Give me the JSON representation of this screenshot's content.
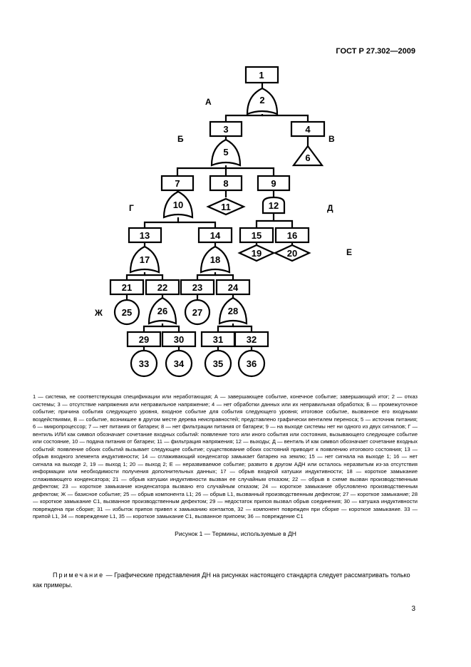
{
  "header": {
    "standard": "ГОСТ Р 27.302—2009"
  },
  "tree": {
    "labels": {
      "A": "А",
      "B": "Б",
      "V": "В",
      "G": "Г",
      "D": "Д",
      "E": "Е",
      "Zh": "Ж"
    },
    "nodes": {
      "n1": "1",
      "n2": "2",
      "n3": "3",
      "n4": "4",
      "n5": "5",
      "n6": "6",
      "n7": "7",
      "n8": "8",
      "n9": "9",
      "n10": "10",
      "n11": "11",
      "n12": "12",
      "n13": "13",
      "n14": "14",
      "n15": "15",
      "n16": "16",
      "n17": "17",
      "n18": "18",
      "n19": "19",
      "n20": "20",
      "n21": "21",
      "n22": "22",
      "n23": "23",
      "n24": "24",
      "n25": "25",
      "n26": "26",
      "n27": "27",
      "n28": "28",
      "n29": "29",
      "n30": "30",
      "n31": "31",
      "n32": "32",
      "n33": "33",
      "n34": "34",
      "n35": "35",
      "n36": "36"
    }
  },
  "legend": "1 — система, не соответствующая спецификации или неработающая; А — завершающее событие, конечное событие; завершающий итог; 2 — отказ системы; 3 — отсутствие напряжения или неправильное напряжение; 4 — нет обработки данных или их неправильная обработка; Б — промежуточное событие; причина события следующего уровня, входное событие для события следующего уровня; итоговое событие, вызванное его входными воздействиями, В — событие, возникшее в другом месте дерева неисправностей; представлено графически вентилем переноса; 5 — источник питания; 6 — микропроцессор; 7 — нет питания от батареи; 8 — нет фильтрации питания от батареи; 9 — на выходе системы нет ни одного из двух сигналов; Г — вентиль ИЛИ как символ обозначает сочетание входных событий: появление того или иного события или состояния, вызывающего следующее событие или состояние, 10 — подача питания от батареи; 11 — фильтрация напряжения; 12 — выходы; Д — вентиль И как символ обозначает сочетание входных событий: появление обоих событий вызывает следующее событие; существование обоих состояний приводит к появлению итогового состояния; 13 — обрыв входного элемента индуктивности; 14 — сглаживающий конденсатор замыкает батарею на землю; 15 — нет сигнала на выходе 1; 16 — нет сигнала на выходе 2, 19 — выход 1; 20 — выход 2; Е — неразвиваемое событие; развито в другом АДН или осталось неразвитым из-за отсутствия информации или необходимости получения дополнительных данных; 17 — обрыв входной катушки индуктивности; 18 — короткое замыкание сглаживающего конденсатора; 21 — обрыв катушки индуктивности вызван ее случайным отказом; 22 — обрыв в схеме вызван производственным дефектом; 23 — короткое замыкание конденсатора вызвано его случайным отказом; 24 — короткое замыкание обусловлено производственным дефектом; Ж — базисное событие; 25 — обрыв компонента L1; 26 — обрыв L1, вызванный производственным дефектом; 27 — короткое замыкание; 28 — короткое замыкание С1, вызванное производственным дефектом; 29 — недостаток припоя вызвал обрыв соединения; 30 — катушка индуктивности повреждена при сборке; 31 — избыток припоя привел к замыканию контактов, 32 — компонент поврежден при сборке — короткое замыкание. 33 — припой L1, 34 — повреждение L1, 35 — короткое замыкание С1, вызванное припоем; 36 — повреждение С1",
  "caption": "Рисунок 1 — Термины, используемые в ДН",
  "note": {
    "label": "Примечание",
    "text": "— Графические представления ДН на рисунках настоящего стандарта следует рассматривать только как примеры."
  },
  "page_number": "3"
}
